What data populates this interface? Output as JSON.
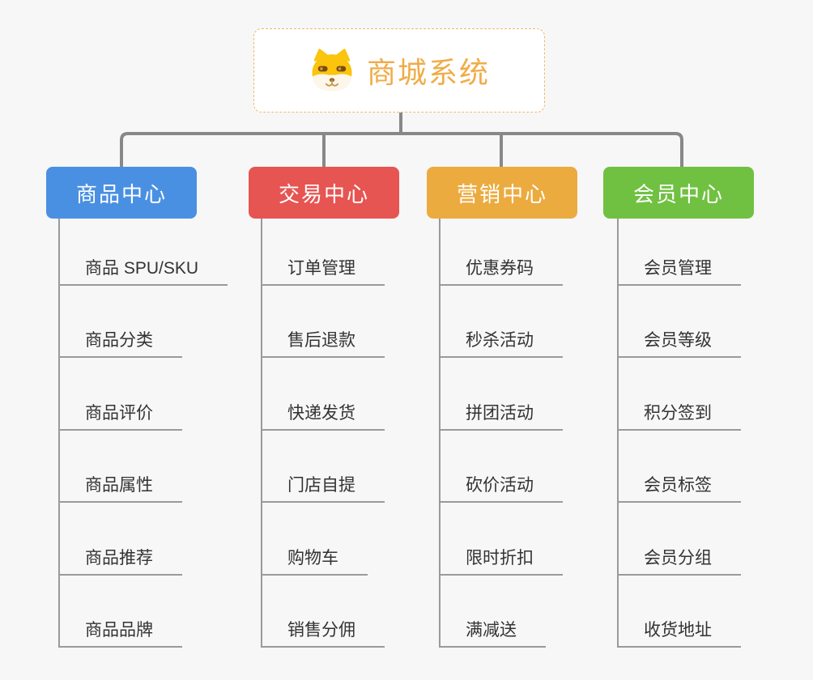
{
  "root": {
    "title": "商城系统",
    "icon": "shiba-dog-icon"
  },
  "branches": [
    {
      "label": "商品中心",
      "color": "#4a90e2",
      "items": [
        "商品 SPU/SKU",
        "商品分类",
        "商品评价",
        "商品属性",
        "商品推荐",
        "商品品牌"
      ]
    },
    {
      "label": "交易中心",
      "color": "#e65552",
      "items": [
        "订单管理",
        "售后退款",
        "快递发货",
        "门店自提",
        "购物车",
        "销售分佣"
      ]
    },
    {
      "label": "营销中心",
      "color": "#ecab3f",
      "items": [
        "优惠券码",
        "秒杀活动",
        "拼团活动",
        "砍价活动",
        "限时折扣",
        "满减送"
      ]
    },
    {
      "label": "会员中心",
      "color": "#70c142",
      "items": [
        "会员管理",
        "会员等级",
        "积分签到",
        "会员标签",
        "会员分组",
        "收货地址"
      ]
    }
  ],
  "colors": {
    "background": "#f7f7f7",
    "root_border": "#f0b868",
    "root_title": "#f0ac48",
    "connector": "#888888",
    "leaf_line": "#9a9a9a",
    "leaf_text": "#333333"
  }
}
